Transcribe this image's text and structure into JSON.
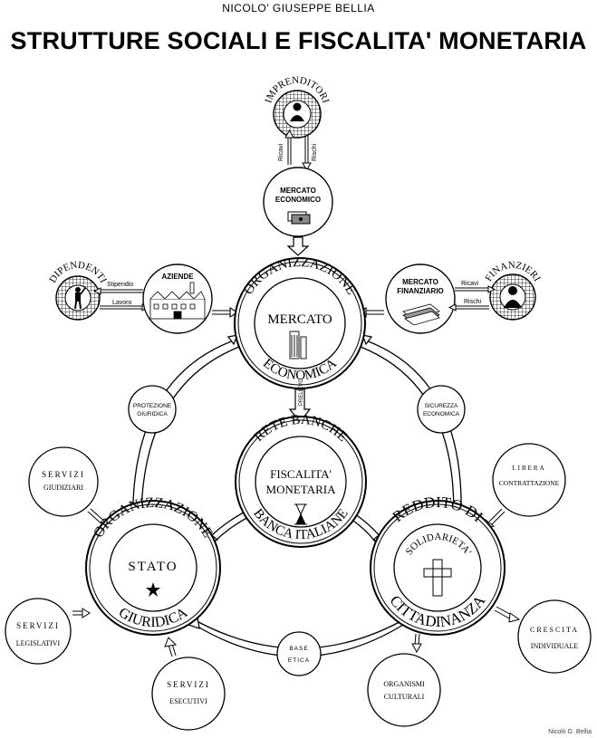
{
  "author": "NICOLO' GIUSEPPE BELLIA",
  "title": "STRUTTURE SOCIALI E FISCALITA' MONETARIA",
  "imprenditori": {
    "label": "IMPRENDITORI",
    "arrow_left": "Ricavi",
    "arrow_right": "Rischi"
  },
  "mercato_economico": {
    "line1": "MERCATO",
    "line2": "ECONOMICO"
  },
  "dipendenti": {
    "label": "DIPENDENTI",
    "stipendio": "Stipendio",
    "lavoro": "Lavoro"
  },
  "aziende": {
    "label": "AZIENDE"
  },
  "mercato_finanziario": {
    "line1": "MERCATO",
    "line2": "FINANZIARIO"
  },
  "finanzieri": {
    "label": "FINANZIERI",
    "ricavi": "Ricavi",
    "rischi": "Rischi"
  },
  "organizzazione_economica": {
    "top": "ORGANIZZAZIONE",
    "center": "MERCATO",
    "bottom": "ECONOMICA"
  },
  "prelievo": "PRELIEVO",
  "protezione": {
    "line1": "PROTEZIONE",
    "line2": "GIURIDICA"
  },
  "sicurezza": {
    "line1": "SICUREZZA",
    "line2": "ECONOMICA"
  },
  "rete_banche": {
    "top": "RETE BANCHE",
    "line1": "FISCALITA'",
    "line2": "MONETARIA",
    "bottom": "BANCA ITALIANE"
  },
  "servizi_giudiziari": {
    "line1": "SERVIZI",
    "line2": "GIUDIZIARI"
  },
  "libera_contrattazione": {
    "line1": "LIBERA",
    "line2": "CONTRATTAZIONE"
  },
  "organizzazione_giuridica": {
    "top": "ORGANIZZAZIONE",
    "center": "STATO",
    "bottom": "GIURIDICA"
  },
  "reddito_cittadinanza": {
    "top": "REDDITO DI",
    "center": "SOLIDARIETA'",
    "bottom": "CITTADINANZA"
  },
  "servizi_legislativi": {
    "line1": "SERVIZI",
    "line2": "LEGISLATIVI"
  },
  "base_etica": {
    "line1": "BASE",
    "line2": "ETICA"
  },
  "servizi_esecutivi": {
    "line1": "SERVIZI",
    "line2": "ESECUTIVI"
  },
  "organismi_culturali": {
    "line1": "ORGANISMI",
    "line2": "CULTURALI"
  },
  "crescita_individuale": {
    "line1": "CRESCITA",
    "line2": "INDIVIDUALE"
  },
  "signature": "Nicolò G. Bellia"
}
